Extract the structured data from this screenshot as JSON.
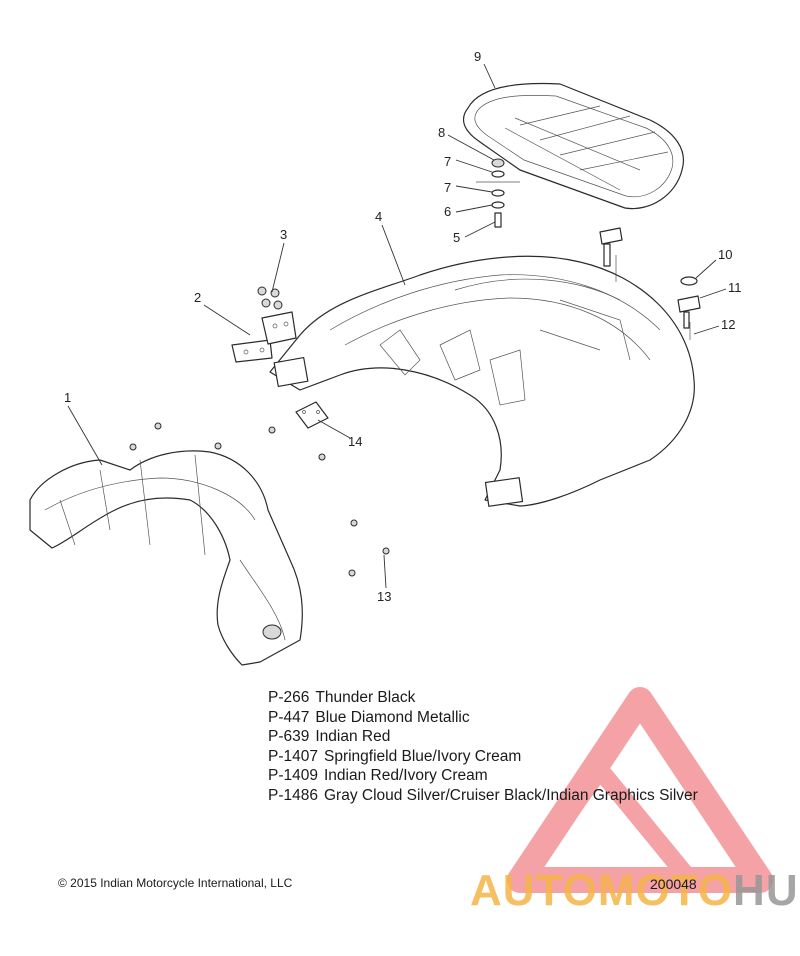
{
  "callouts": {
    "c1": "1",
    "c2": "2",
    "c3": "3",
    "c4": "4",
    "c5": "5",
    "c6": "6",
    "c7a": "7",
    "c7b": "7",
    "c8": "8",
    "c9": "9",
    "c10": "10",
    "c11": "11",
    "c12": "12",
    "c13": "13",
    "c14": "14"
  },
  "paint_codes": [
    {
      "code": "P-266",
      "name": "Thunder Black"
    },
    {
      "code": "P-447",
      "name": "Blue Diamond Metallic"
    },
    {
      "code": "P-639",
      "name": "Indian Red"
    },
    {
      "code": "P-1407",
      "name": "Springfield Blue/Ivory Cream"
    },
    {
      "code": "P-1409",
      "name": "Indian Red/Ivory Cream"
    },
    {
      "code": "P-1486",
      "name": "Gray Cloud Silver/Cruiser Black/Indian Graphics Silver"
    }
  ],
  "copyright": "© 2015 Indian Motorcycle International, LLC",
  "document_number": "200048",
  "watermark": {
    "part1": "AUTOMOTO",
    "part2": "HUB",
    "color_triangle": "#e8333a",
    "color_part1": "#f5b446",
    "color_part2": "#969696"
  }
}
